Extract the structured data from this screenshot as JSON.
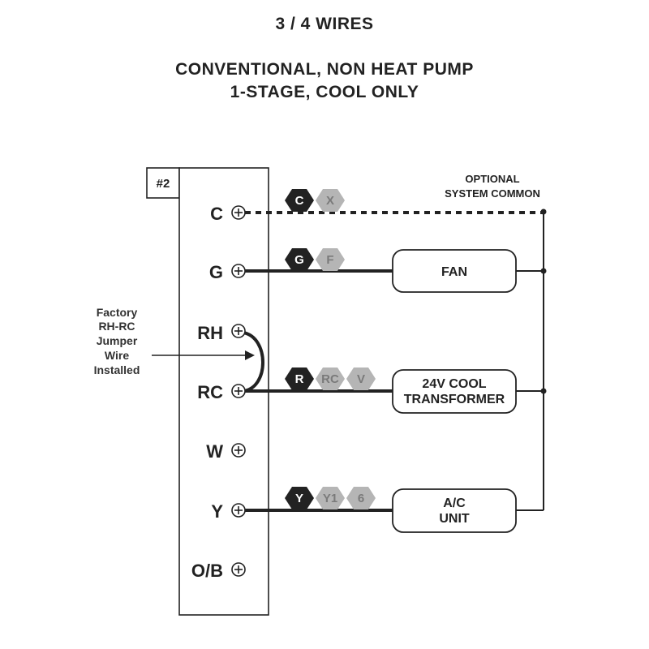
{
  "title": "3 / 4  WIRES",
  "subtitle_line1": "CONVENTIONAL, NON HEAT PUMP",
  "subtitle_line2": "1-STAGE, COOL ONLY",
  "panel_label": "#2",
  "terminals": [
    "C",
    "G",
    "RH",
    "RC",
    "W",
    "Y",
    "O/B"
  ],
  "wire_tags": {
    "c": [
      "C",
      "X"
    ],
    "g": [
      "G",
      "F"
    ],
    "r": [
      "R",
      "RC",
      "V"
    ],
    "y": [
      "Y",
      "Y1",
      "6"
    ]
  },
  "components": {
    "fan": "FAN",
    "transformer_line1": "24V COOL",
    "transformer_line2": "TRANSFORMER",
    "ac_line1": "A/C",
    "ac_line2": "UNIT"
  },
  "optional_line1": "OPTIONAL",
  "optional_line2": "SYSTEM COMMON",
  "jumper_note": [
    "Factory",
    "RH-RC",
    "Jumper",
    "Wire",
    "Installed"
  ],
  "colors": {
    "dark_tag": "#222222",
    "light_tag": "#b5b5b5",
    "light_tag_text": "#7a7a7a",
    "line": "#222222"
  }
}
